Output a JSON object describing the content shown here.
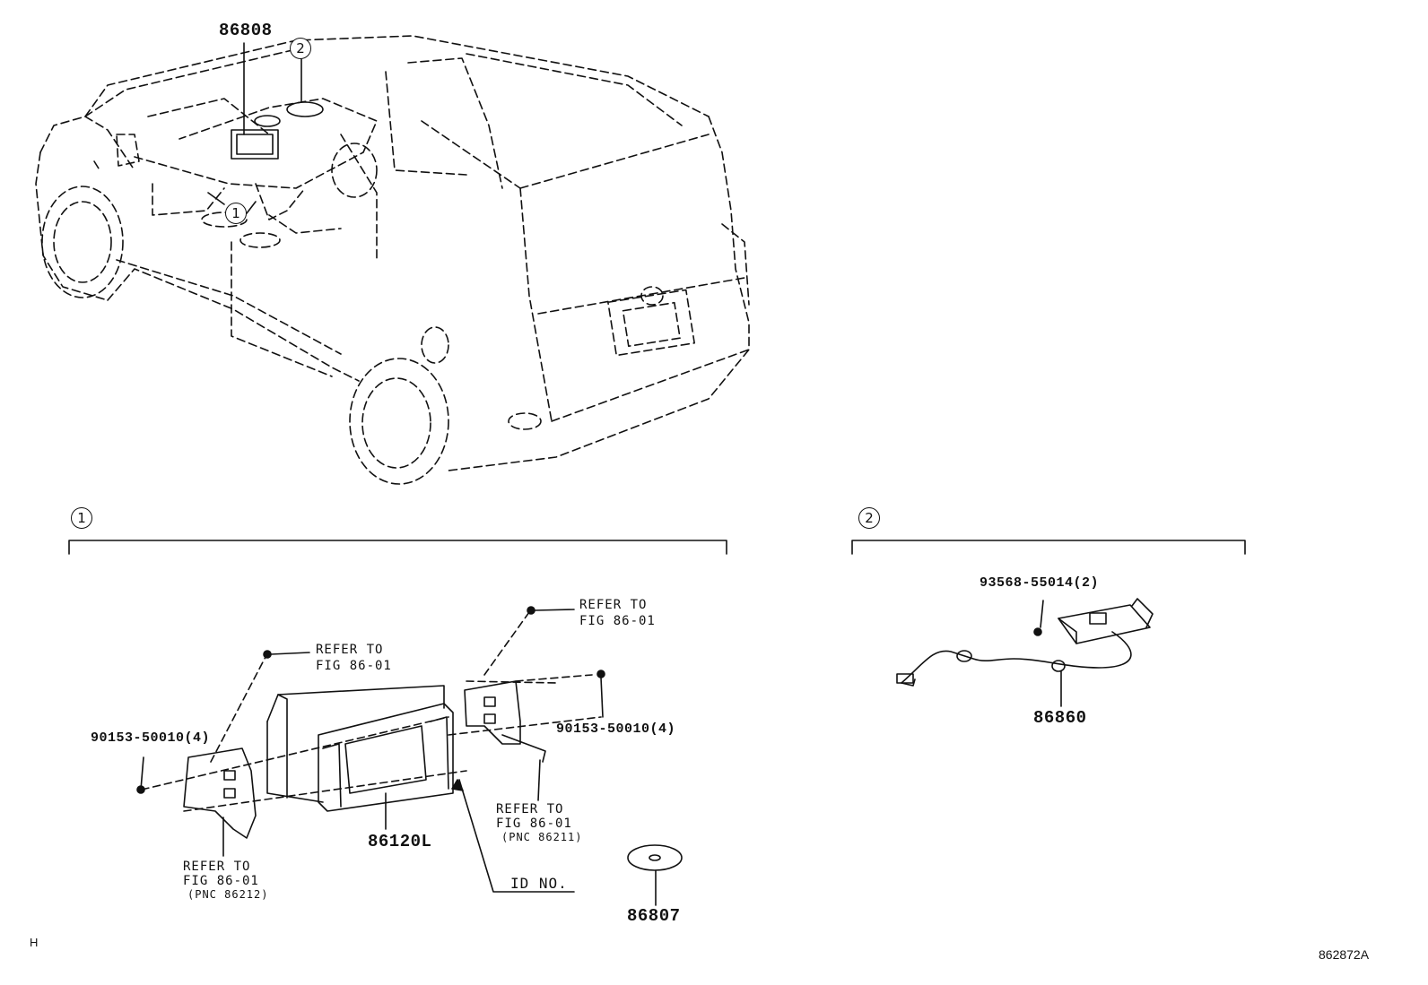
{
  "top": {
    "callout_1": "1",
    "callout_2": "2",
    "part_86808": "86808"
  },
  "section_1": {
    "marker": "1",
    "part_86120L": "86120L",
    "part_86807": "86807",
    "bolt_left": "90153-50010(4)",
    "bolt_right": "90153-50010(4)",
    "refer_a_line1": "REFER TO",
    "refer_a_line2": "FIG 86-01",
    "refer_b_line1": "REFER TO",
    "refer_b_line2": "FIG 86-01",
    "refer_c_line1": "REFER TO",
    "refer_c_line2": "FIG 86-01",
    "refer_c_line3": "(PNC 86211)",
    "refer_d_line1": "REFER TO",
    "refer_d_line2": "FIG 86-01",
    "refer_d_line3": "(PNC 86212)",
    "id_no": "ID NO."
  },
  "section_2": {
    "marker": "2",
    "screw": "93568-55014(2)",
    "part_86860": "86860"
  },
  "footer": {
    "left_code": "H",
    "figure_code": "862872A"
  }
}
